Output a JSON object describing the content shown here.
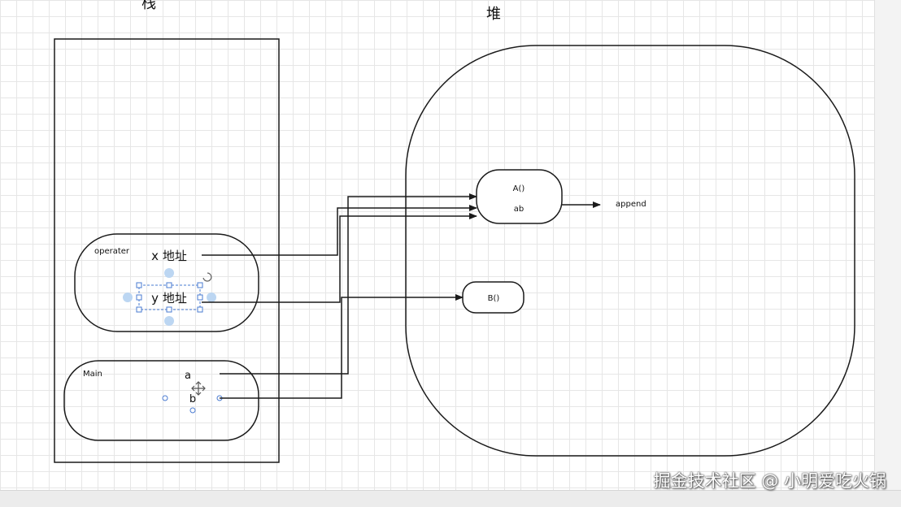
{
  "titles": {
    "stack": "栈",
    "heap": "堆"
  },
  "frames": {
    "operater": {
      "label": "operater",
      "x_var": "x 地址",
      "y_var": "y 地址"
    },
    "main": {
      "label": "Main",
      "a": "a",
      "b": "b"
    }
  },
  "heap_objects": {
    "a_obj": {
      "name": "A()",
      "field": "ab"
    },
    "b_obj": {
      "name": "B()"
    },
    "append_label": "append"
  },
  "watermark": "掘金技术社区 @ 小明爱吃火锅",
  "colors": {
    "stroke": "#1a1a1a",
    "selection_handle": "#4a7bd1",
    "selection_dot": "#bcd6f2"
  }
}
